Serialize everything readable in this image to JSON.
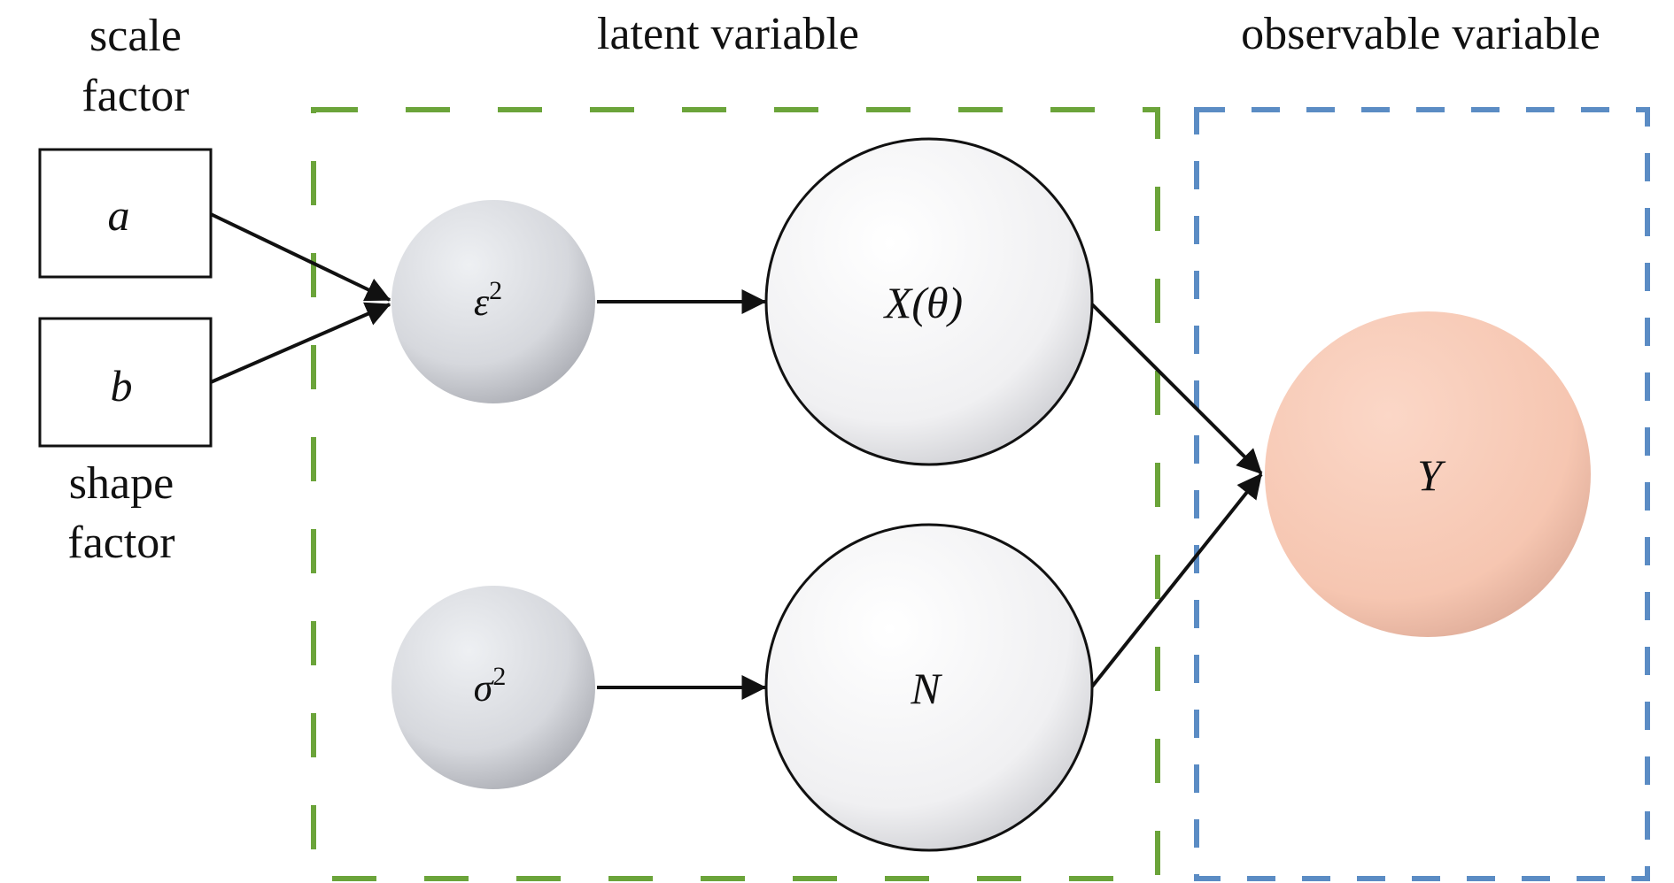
{
  "labels": {
    "scale_factor": [
      "scale",
      "factor"
    ],
    "shape_factor": [
      "shape",
      "factor"
    ],
    "latent_variable": "latent variable",
    "observable_variable": "observable variable"
  },
  "nodes": {
    "a": {
      "text": "a"
    },
    "b": {
      "text": "b"
    },
    "epsilon": {
      "base": "ε",
      "sup": "2"
    },
    "sigma": {
      "base": "σ",
      "sup": "2"
    },
    "x_theta": {
      "text": "X(θ)"
    },
    "n": {
      "text": "N"
    },
    "y": {
      "text": "Y"
    }
  },
  "edges": [
    {
      "from": "a",
      "to": "ε²"
    },
    {
      "from": "b",
      "to": "ε²"
    },
    {
      "from": "ε²",
      "to": "X(θ)"
    },
    {
      "from": "σ²",
      "to": "N"
    },
    {
      "from": "X(θ)",
      "to": "Y"
    },
    {
      "from": "N",
      "to": "Y"
    }
  ],
  "colors": {
    "latent_border": "#6ba43a",
    "observable_border": "#5b8cc4",
    "small_node_fill": "#d8d9de",
    "large_node_fill": "#f3f3f4",
    "y_node_fill": "#f7c9b5",
    "stroke": "#111111"
  }
}
